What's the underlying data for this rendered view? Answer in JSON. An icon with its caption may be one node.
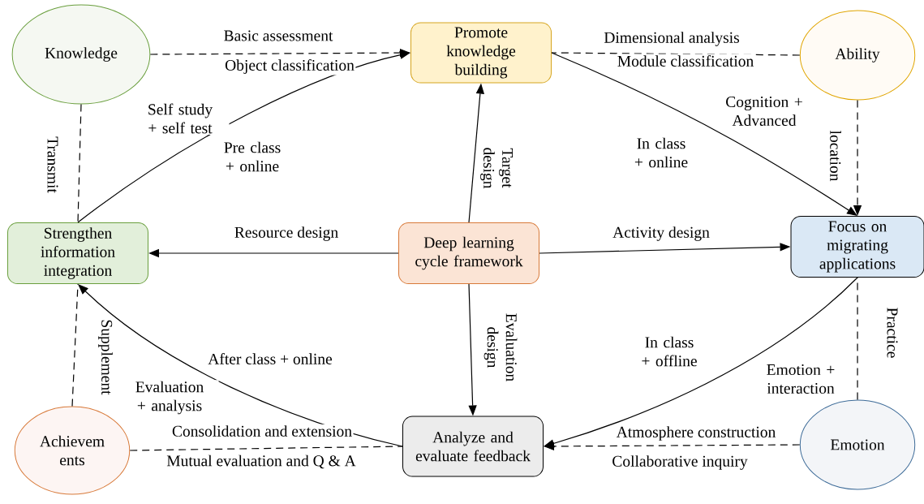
{
  "diagram": {
    "nodes": [
      {
        "text": [
          "Knowledge"
        ]
      },
      {
        "text": [
          "Promote knowledge building"
        ]
      },
      {
        "text": [
          "Ability"
        ]
      },
      {
        "text": [
          "Strengthen information integration"
        ]
      },
      {
        "text": [
          "Deep learning cycle framework"
        ]
      },
      {
        "text": [
          "Focus on migrating applications"
        ]
      },
      {
        "text": [
          "Achievem ents"
        ]
      },
      {
        "text": [
          "Analyze and evaluate feedback"
        ]
      },
      {
        "text": [
          "Emotion"
        ]
      }
    ],
    "edges": [
      {
        "from": 0,
        "to": 1,
        "arrow": "to",
        "style": "dashed",
        "label": "Basic assessment"
      },
      {
        "from": 2,
        "to": 1,
        "arrow": "none",
        "style": "dashed",
        "label": "Dimensional analysis"
      },
      {
        "from": 3,
        "to": 1,
        "arrow": "to",
        "label": "Pre class + online"
      },
      {
        "from": 1,
        "to": 5,
        "arrow": "to",
        "label": "In class + online"
      },
      {
        "from": 2,
        "to": 5,
        "arrow": "to",
        "style": "dashed",
        "label": "location"
      },
      {
        "from": 0,
        "to": 3,
        "arrow": "none",
        "style": "dashed",
        "label": "Transmit"
      },
      {
        "from": 4,
        "to": 1,
        "arrow": "to",
        "label": "Target design"
      },
      {
        "from": 4,
        "to": 3,
        "arrow": "to",
        "label": "Resource design"
      },
      {
        "from": 4,
        "to": 5,
        "arrow": "to",
        "label": "Activity design"
      },
      {
        "from": 4,
        "to": 7,
        "arrow": "to",
        "label": "Evaluation design"
      },
      {
        "from": 5,
        "to": 7,
        "arrow": "to",
        "label": "In class + offline"
      },
      {
        "from": 8,
        "to": 7,
        "arrow": "to",
        "style": "dashed",
        "label": "Atmosphere construction"
      },
      {
        "from": 8,
        "to": 5,
        "arrow": "none",
        "style": "dashed",
        "label": "Practice"
      },
      {
        "from": 7,
        "to": 3,
        "arrow": "to",
        "label": "After class + online"
      },
      {
        "from": 6,
        "to": 7,
        "arrow": "none",
        "style": "dashed",
        "label": "Consolidation and extension"
      },
      {
        "from": 6,
        "to": 3,
        "arrow": "none",
        "style": "dashed",
        "label": "Supplement"
      }
    ],
    "labels": [
      "Object classification",
      "Module classification",
      "Self study + self test",
      "Cognition + Advanced",
      "Evaluation + analysis",
      "Emotion + interaction",
      "Mutual evaluation and Q & A",
      "Collaborative inquiry"
    ]
  }
}
